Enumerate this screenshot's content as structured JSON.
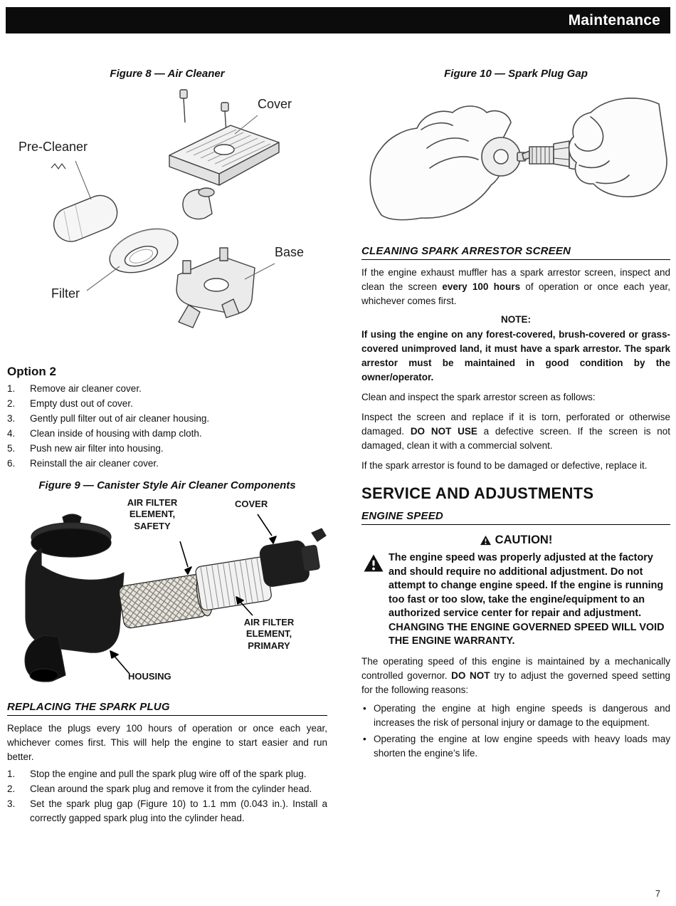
{
  "header": {
    "title": "Maintenance"
  },
  "left": {
    "figure8": {
      "caption": "Figure 8 — Air Cleaner",
      "labels": {
        "cover": "Cover",
        "pre_cleaner": "Pre-Cleaner",
        "base": "Base",
        "filter": "Filter"
      }
    },
    "option2": {
      "heading": "Option 2",
      "steps": [
        "Remove air cleaner cover.",
        "Empty dust out of cover.",
        "Gently pull filter out of air cleaner housing.",
        "Clean inside of housing with damp cloth.",
        "Push new air filter into housing.",
        "Reinstall the air cleaner cover."
      ]
    },
    "figure9": {
      "caption": "Figure 9 — Canister Style Air Cleaner Components",
      "labels": {
        "safety": "AIR FILTER\nELEMENT,\nSAFETY",
        "cover": "COVER",
        "primary": "AIR FILTER\nELEMENT,\nPRIMARY",
        "housing": "HOUSING"
      }
    },
    "spark_plug": {
      "heading": "REPLACING THE SPARK PLUG",
      "intro": "Replace the plugs every 100 hours of operation or once each year, whichever comes first. This will help the engine to start easier and run better.",
      "steps": [
        "Stop the engine and pull the spark plug wire off of the spark plug.",
        "Clean around the spark plug and remove it from the cylinder head.",
        "Set the spark plug gap (Figure 10) to 1.1 mm (0.043 in.). Install a correctly gapped spark plug into the cylinder head."
      ]
    }
  },
  "right": {
    "figure10": {
      "caption": "Figure 10 — Spark Plug Gap"
    },
    "arrestor": {
      "heading": "CLEANING SPARK ARRESTOR SCREEN",
      "para1": {
        "t1": "If the engine exhaust muffler has a spark arrestor screen, inspect and clean the screen ",
        "b1": "every 100 hours",
        "t2": " of operation or once each year, whichever comes first."
      },
      "note_label": "NOTE:",
      "note_body": "If using the engine on any forest-covered, brush-covered or grass-covered unimproved land, it must have a spark arrestor. The spark arrestor must be maintained in good condition by the owner/operator.",
      "para2": "Clean and inspect the spark arrestor screen as follows:",
      "para3": {
        "t1": "Inspect the screen and replace if it is torn, perforated or otherwise damaged. ",
        "b1": "DO NOT USE",
        "t2": " a defective screen. If the screen is not damaged, clean it with a commercial solvent."
      },
      "para4": "If the spark arrestor is found to be damaged or defective, replace it."
    },
    "service": {
      "heading": "SERVICE AND ADJUSTMENTS",
      "engine_speed_heading": "ENGINE SPEED",
      "caution_title": "CAUTION!",
      "caution_body": "The engine speed was properly adjusted at the factory and should require no additional adjustment. Do not attempt to change engine speed. If the engine is running too fast or too slow, take the engine/equipment to an authorized service center for repair and adjustment. CHANGING THE ENGINE GOVERNED SPEED WILL VOID THE ENGINE WARRANTY.",
      "governor_para": {
        "t1": "The operating speed of this engine is maintained by a mechanically controlled governor. ",
        "b1": "DO NOT",
        "t2": " try to adjust the governed speed setting for the following reasons:"
      },
      "bullets": [
        "Operating the engine at high engine speeds is dangerous and increases the risk of personal injury or damage to the equipment.",
        "Operating the engine at low engine speeds with heavy loads may shorten the engine’s life."
      ]
    }
  },
  "footer": {
    "page_number": "7"
  }
}
